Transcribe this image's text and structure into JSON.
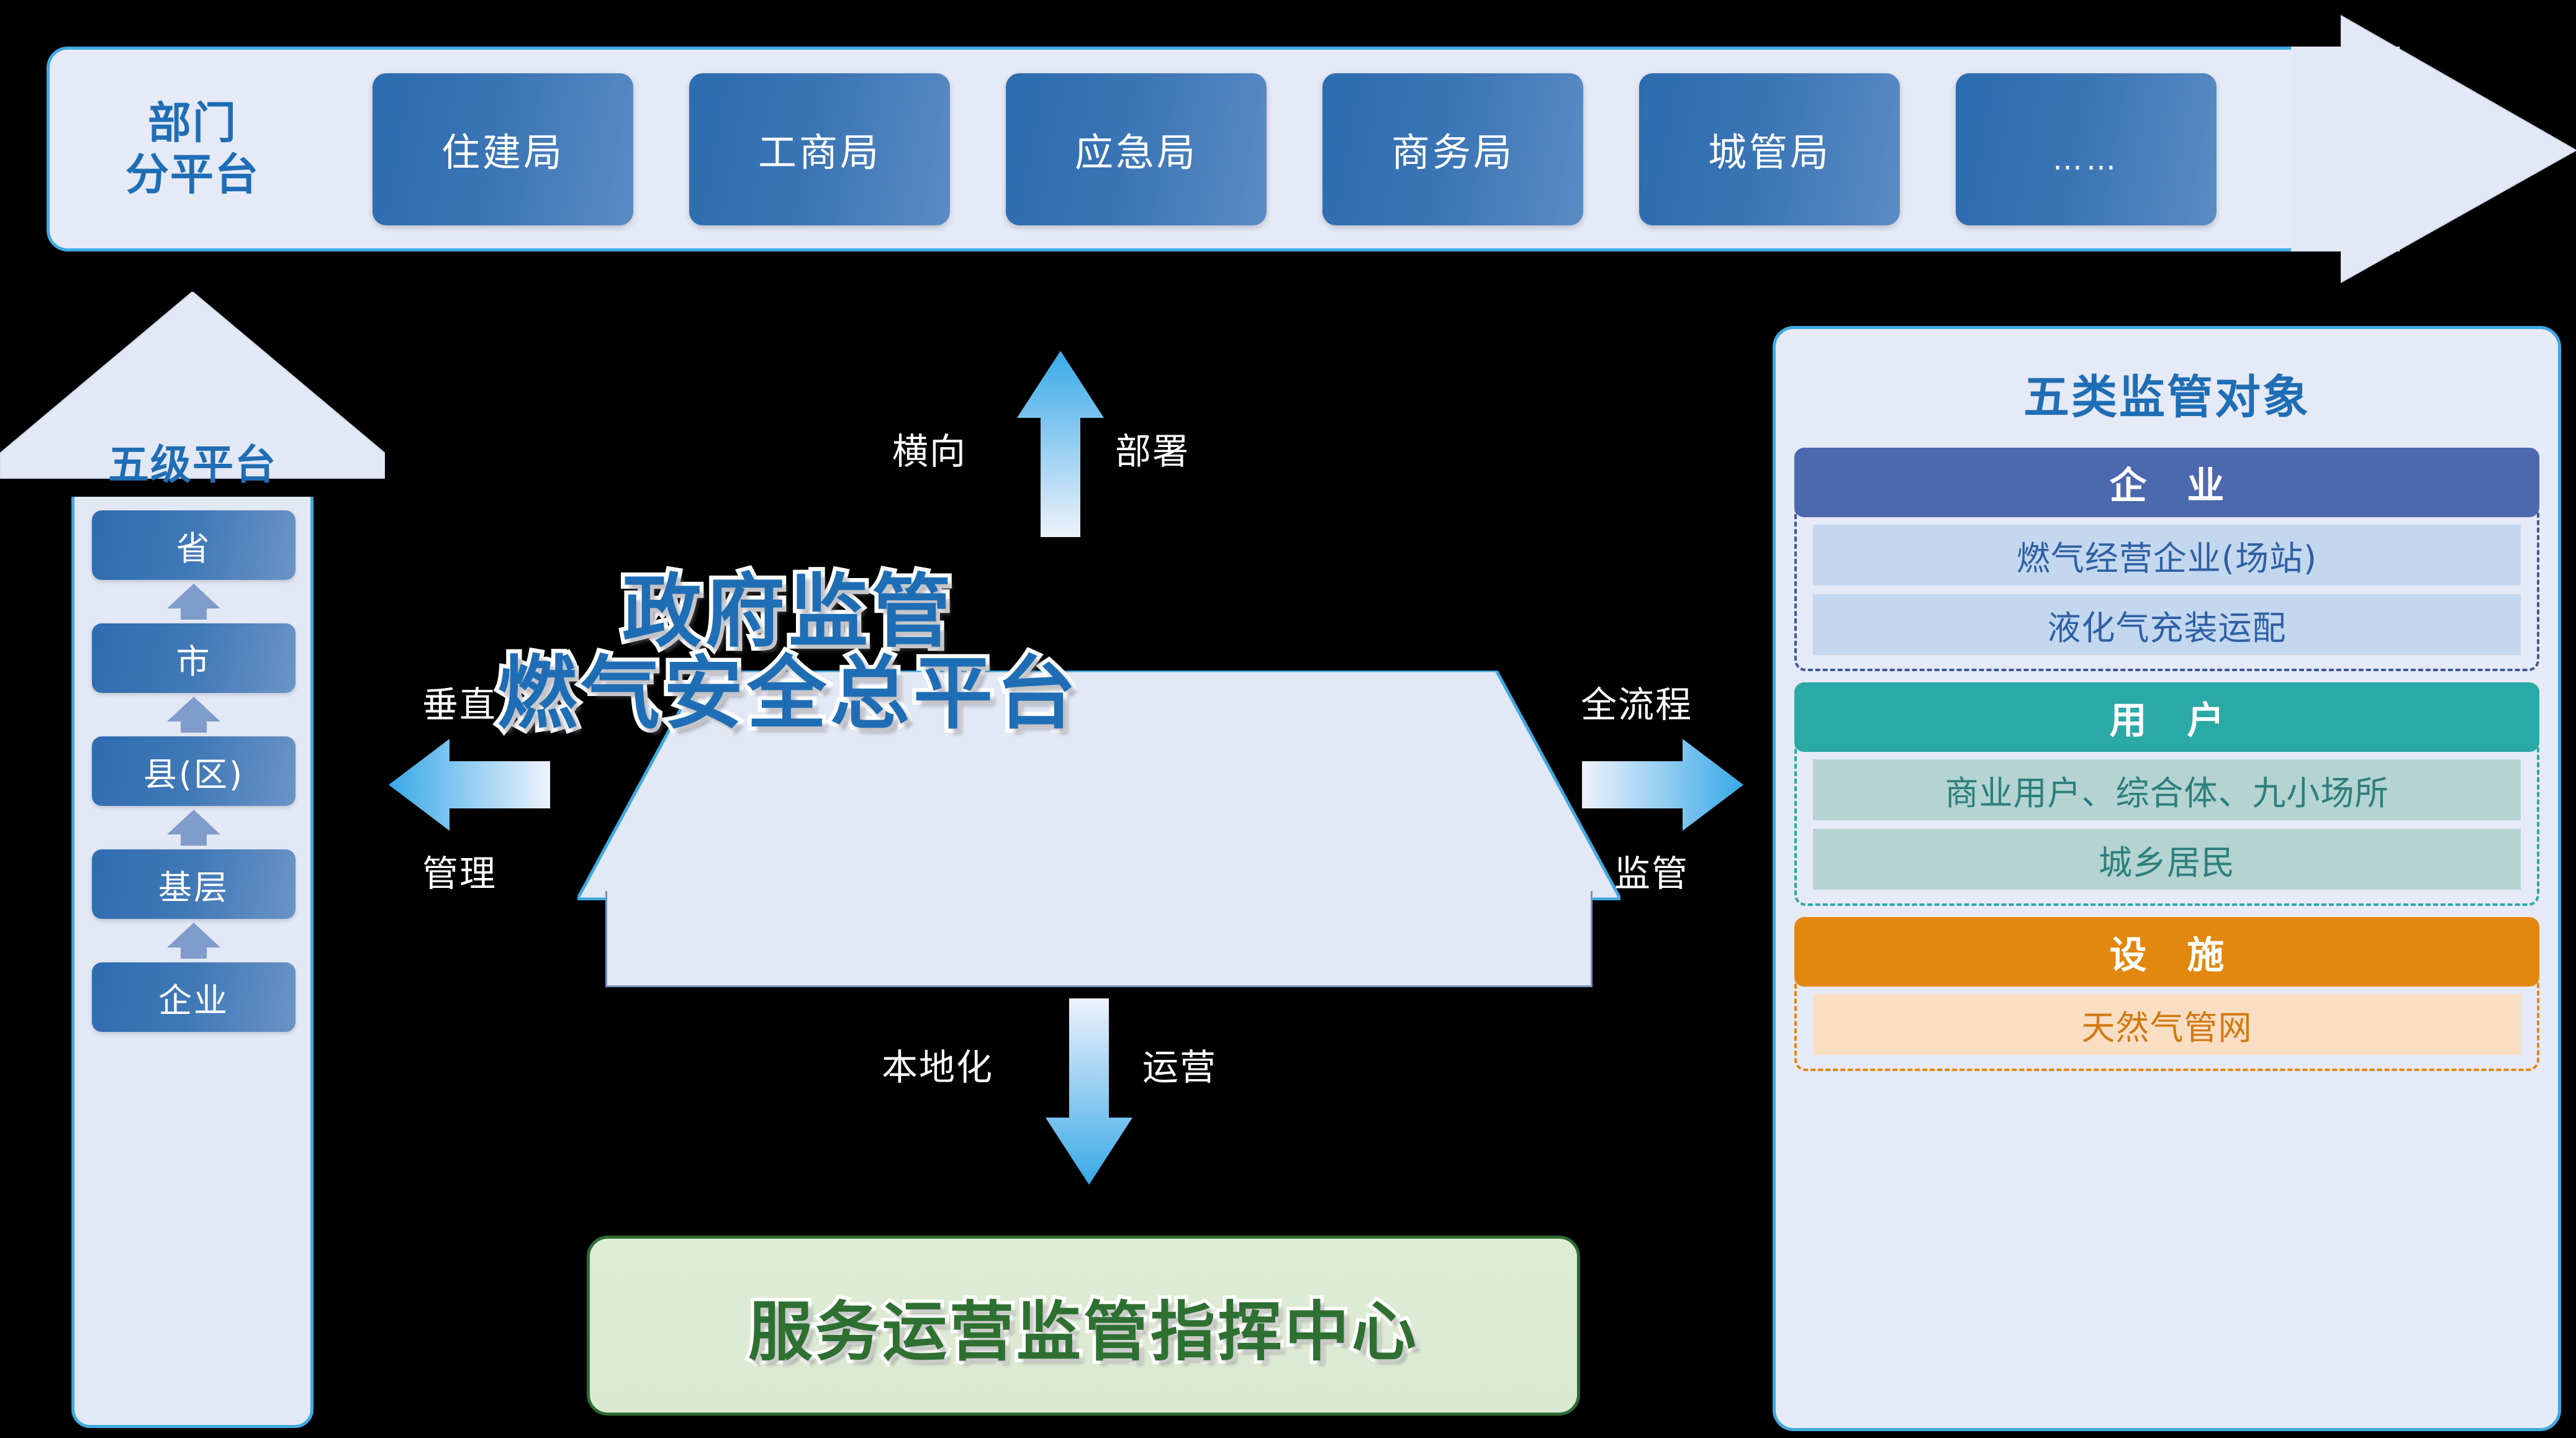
{
  "top_arrow": {
    "title_line1": "部门",
    "title_line2": "分平台",
    "departments": [
      {
        "label": "住建局"
      },
      {
        "label": "工商局"
      },
      {
        "label": "应急局"
      },
      {
        "label": "商务局"
      },
      {
        "label": "城管局"
      },
      {
        "label": "……"
      }
    ]
  },
  "left_arrow": {
    "title": "五级平台",
    "levels": [
      {
        "label": "省"
      },
      {
        "label": "市"
      },
      {
        "label": "县(区)"
      },
      {
        "label": "基层"
      },
      {
        "label": "企业"
      }
    ]
  },
  "center": {
    "title_line1": "政府监管",
    "title_line2": "燃气安全总平台"
  },
  "connectors": {
    "up": {
      "left_label": "横向",
      "right_label": "部署"
    },
    "left": {
      "top_label": "垂直",
      "bottom_label": "管理"
    },
    "right": {
      "top_label": "全流程",
      "bottom_label": "监管"
    },
    "down": {
      "left_label": "本地化",
      "right_label": "运营"
    }
  },
  "bottom_box": {
    "label": "服务运营监管指挥中心"
  },
  "right_panel": {
    "title": "五类监管对象",
    "categories": [
      {
        "header": "企 业",
        "header_color": "#4c68ae",
        "items": [
          "燃气经营企业(场站)",
          "液化气充装运配"
        ]
      },
      {
        "header": "用 户",
        "header_color": "#2aa9a6",
        "items": [
          "商业用户、综合体、九小场所",
          "城乡居民"
        ]
      },
      {
        "header": "设 施",
        "header_color": "#e2870f",
        "items": [
          "天然气管网"
        ]
      }
    ]
  },
  "colors": {
    "brand_blue": "#1f6eb5",
    "panel_bg": "#e6eaf6",
    "panel_border": "#3fa9e0",
    "green_text": "#2e7031",
    "green_bg": "#dfecd5"
  }
}
